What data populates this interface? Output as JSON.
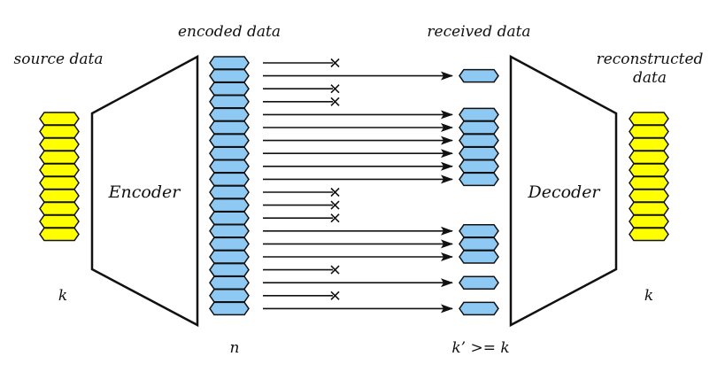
{
  "labels": {
    "source": "source data",
    "encoded": "encoded data",
    "received": "received data",
    "reconstructed_line1": "reconstructed",
    "reconstructed_line2": "data",
    "k_source": "k",
    "n_encoded": "n",
    "k_received": "k’ >= k",
    "k_reconstructed": "k"
  },
  "blocks": {
    "encoder": "Encoder",
    "decoder": "Decoder"
  },
  "source_count": 10,
  "reconstructed_count": 10,
  "encoded_count": 20,
  "received_flags": [
    0,
    1,
    0,
    0,
    1,
    1,
    1,
    1,
    1,
    1,
    0,
    0,
    0,
    1,
    1,
    1,
    0,
    1,
    0,
    1
  ],
  "colors": {
    "source_fill": "#ffff00",
    "encoded_fill": "#8ec9f4",
    "stroke": "#111111",
    "frame": "#111111"
  }
}
